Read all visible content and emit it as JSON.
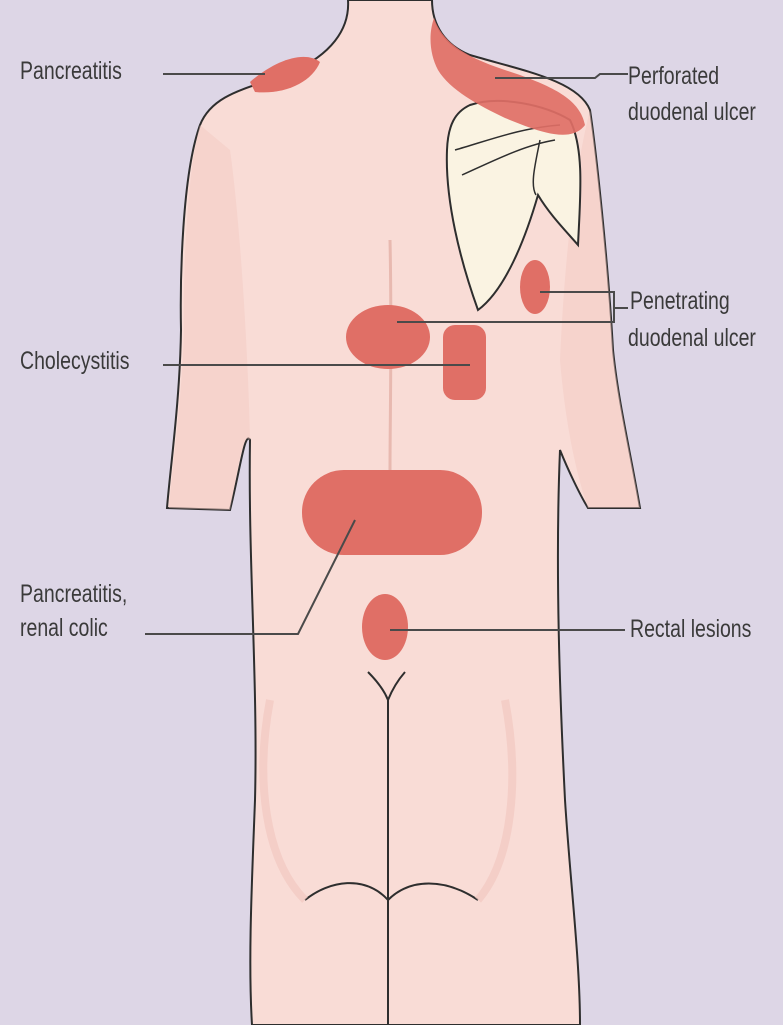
{
  "labels": {
    "pancreatitis": "Pancreatitis",
    "perforated_line1": "Perforated",
    "perforated_line2": "duodenal ulcer",
    "penetrating_line1": "Penetrating",
    "penetrating_line2": "duodenal ulcer",
    "cholecystitis": "Cholecystitis",
    "pancreatitis_renal_line1": "Pancreatitis,",
    "pancreatitis_renal_line2": "renal colic",
    "rectal": "Rectal lesions"
  },
  "colors": {
    "background": "#ddd6e6",
    "skin": "#f9dcd6",
    "skin_shade": "#f2c8c0",
    "pain_area": "#e06f66",
    "scapula": "#faf3e2",
    "outline": "#2e2e2e",
    "leader": "#4a4a4a"
  }
}
